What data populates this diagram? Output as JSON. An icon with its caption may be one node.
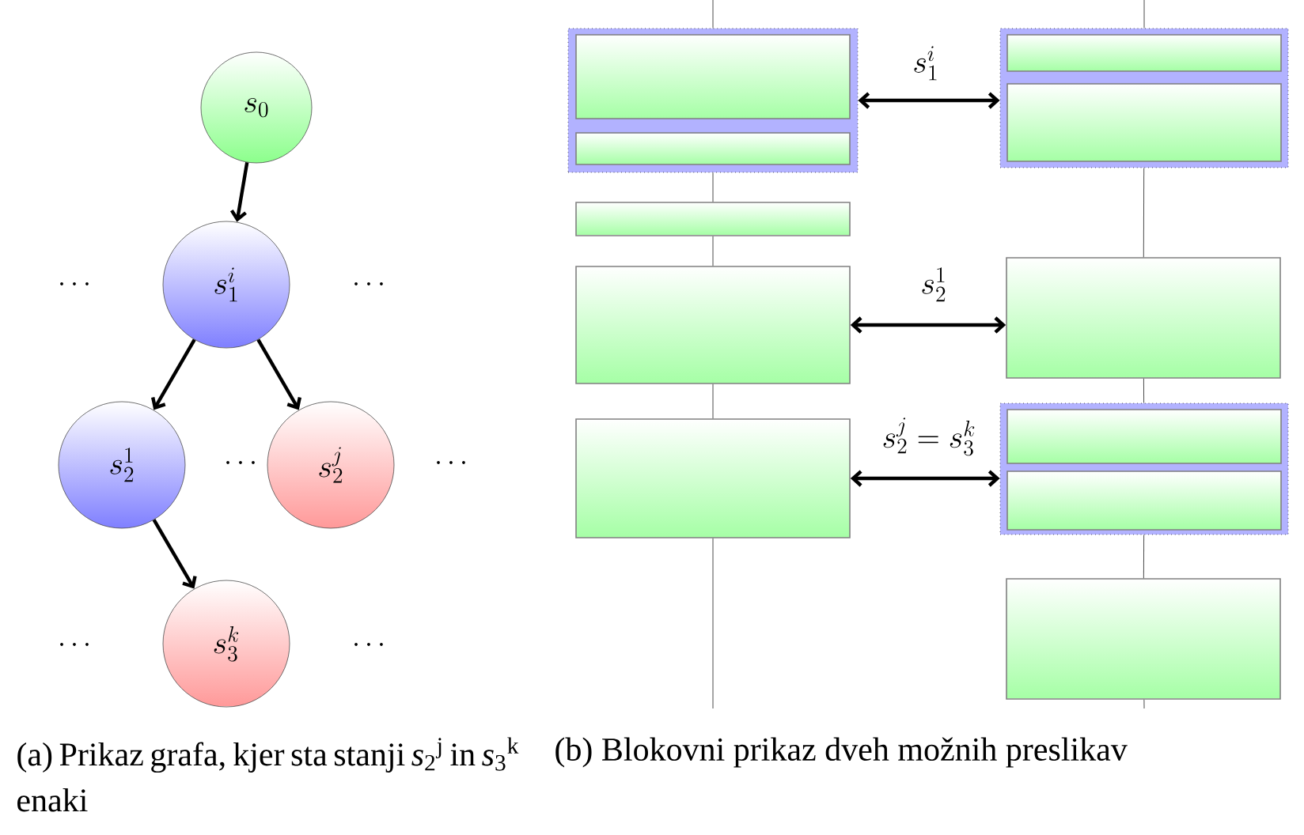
{
  "diagram": {
    "nodes": [
      {
        "text": [
          "s_0"
        ]
      },
      {
        "text": [
          "s_1^i"
        ]
      },
      {
        "text": [
          "s_2^1"
        ]
      },
      {
        "text": [
          "s_2^j"
        ]
      },
      {
        "text": [
          "s_3^k"
        ]
      },
      {
        "text": [],
        "shape": "box"
      },
      {
        "text": [],
        "shape": "box",
        "in": 5
      },
      {
        "text": [],
        "shape": "box",
        "in": 5
      },
      {
        "text": [],
        "shape": "box"
      },
      {
        "text": [],
        "shape": "box"
      },
      {
        "text": [],
        "shape": "box"
      },
      {
        "text": [],
        "shape": "box"
      },
      {
        "text": [],
        "shape": "box",
        "in": 11
      },
      {
        "text": [],
        "shape": "box",
        "in": 11
      },
      {
        "text": [],
        "shape": "box"
      },
      {
        "text": [],
        "shape": "box"
      },
      {
        "text": [],
        "shape": "box",
        "in": 15
      },
      {
        "text": [],
        "shape": "box",
        "in": 15
      },
      {
        "text": [],
        "shape": "box"
      }
    ],
    "edges": [
      {
        "from": 0,
        "to": 1,
        "arrow": "to",
        "style": "thick"
      },
      {
        "from": 1,
        "to": 2,
        "arrow": "to",
        "style": "thick"
      },
      {
        "from": 1,
        "to": 3,
        "arrow": "to",
        "style": "thick"
      },
      {
        "from": 2,
        "to": 4,
        "arrow": "to",
        "style": "thick"
      },
      {
        "from": null,
        "to": 5,
        "arrow": "none"
      },
      {
        "from": 5,
        "to": 8,
        "arrow": "none"
      },
      {
        "from": 8,
        "to": 9,
        "arrow": "none"
      },
      {
        "from": 9,
        "to": 10,
        "arrow": "none"
      },
      {
        "from": 10,
        "to": null,
        "arrow": "none"
      },
      {
        "from": null,
        "to": 11,
        "arrow": "none"
      },
      {
        "from": 11,
        "to": 14,
        "arrow": "none"
      },
      {
        "from": 14,
        "to": 15,
        "arrow": "none"
      },
      {
        "from": 15,
        "to": 18,
        "arrow": "none"
      },
      {
        "from": 18,
        "to": null,
        "arrow": "none"
      },
      {
        "from": 5,
        "to": 11,
        "arrow": "both",
        "style": "thick",
        "label": "s_1^i"
      },
      {
        "from": 9,
        "to": 14,
        "arrow": "both",
        "style": "thick",
        "label": "s_2^1"
      },
      {
        "from": 10,
        "to": 15,
        "arrow": "both",
        "style": "thick",
        "label": "s_2^j = s_3^k"
      }
    ],
    "labels": [
      "\\cdots",
      "\\cdots",
      "\\cdots",
      "\\cdots",
      "\\cdots",
      "\\cdots",
      "(a) Prikaz grafa, kjer sta stanji *s*$_{2}$$^{j}$ in *s*$_{3}$$^{k}$ enaki",
      "(b) Blokovni prikaz dveh možnih preslikav"
    ]
  }
}
